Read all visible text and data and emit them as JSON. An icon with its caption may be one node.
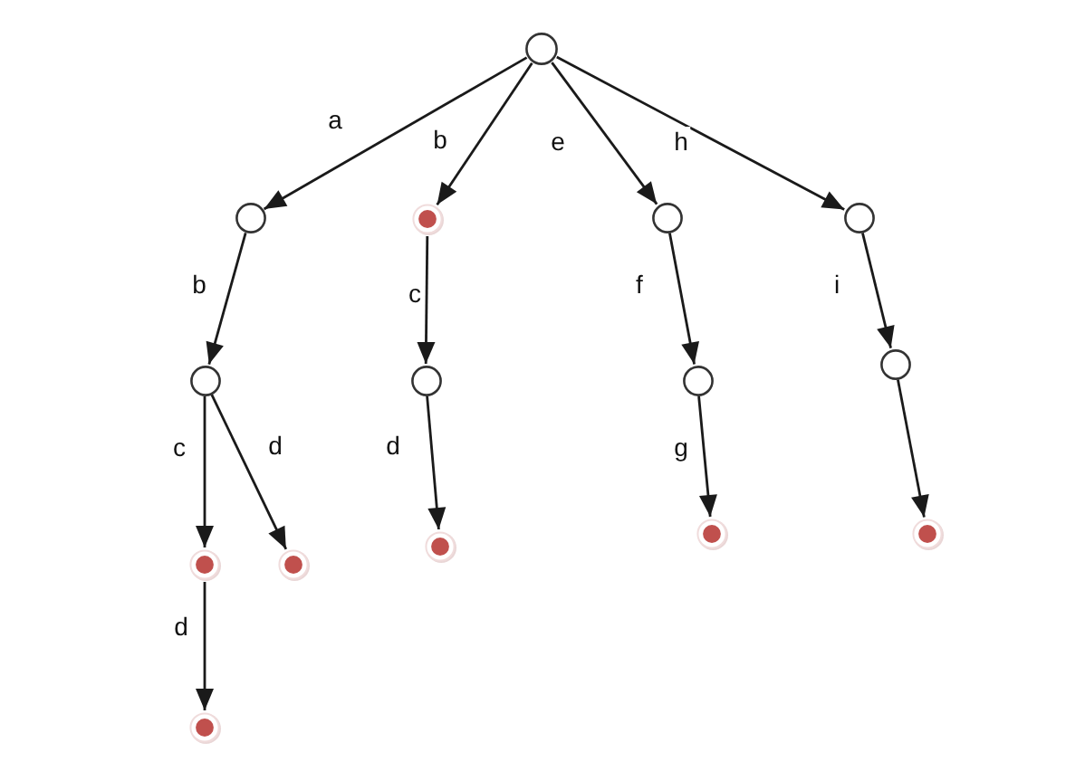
{
  "diagram": {
    "nodes": [
      {
        "text": [],
        "shape": "circle"
      },
      {
        "text": [],
        "shape": "circle"
      },
      {
        "text": [],
        "shape": "dot"
      },
      {
        "text": [],
        "shape": "circle"
      },
      {
        "text": [],
        "shape": "circle"
      },
      {
        "text": [],
        "shape": "circle"
      },
      {
        "text": [],
        "shape": "circle"
      },
      {
        "text": [],
        "shape": "circle"
      },
      {
        "text": [],
        "shape": "circle"
      },
      {
        "text": [],
        "shape": "dot"
      },
      {
        "text": [],
        "shape": "dot"
      },
      {
        "text": [],
        "shape": "dot"
      },
      {
        "text": [],
        "shape": "dot"
      },
      {
        "text": [],
        "shape": "dot"
      },
      {
        "text": [],
        "shape": "dot"
      }
    ],
    "edges": [
      {
        "from": 0,
        "to": 1,
        "arrow": "to",
        "label": "a"
      },
      {
        "from": 0,
        "to": 2,
        "arrow": "to",
        "label": "b"
      },
      {
        "from": 0,
        "to": 3,
        "arrow": "to",
        "label": "e"
      },
      {
        "from": 0,
        "to": 4,
        "arrow": "to",
        "label": "h"
      },
      {
        "from": 1,
        "to": 5,
        "arrow": "to",
        "label": "b"
      },
      {
        "from": 2,
        "to": 6,
        "arrow": "to",
        "label": "c"
      },
      {
        "from": 3,
        "to": 7,
        "arrow": "to",
        "label": "f"
      },
      {
        "from": 4,
        "to": 8,
        "arrow": "to",
        "label": "i"
      },
      {
        "from": 5,
        "to": 9,
        "arrow": "to",
        "label": "c"
      },
      {
        "from": 5,
        "to": 10,
        "arrow": "to",
        "label": "d"
      },
      {
        "from": 6,
        "to": 11,
        "arrow": "to",
        "label": "d"
      },
      {
        "from": 7,
        "to": 12,
        "arrow": "to",
        "label": "g"
      },
      {
        "from": 8,
        "to": 13,
        "arrow": "to"
      },
      {
        "from": 9,
        "to": 14,
        "arrow": "to",
        "label": "d"
      }
    ]
  }
}
